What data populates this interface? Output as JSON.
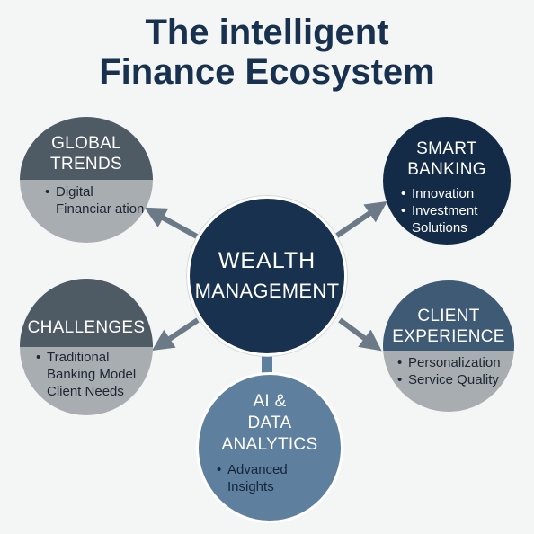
{
  "title": {
    "line1": "The intelligent",
    "line2": "Finance Ecosystem"
  },
  "center": {
    "line1": "WEALTH",
    "line2": "MANAGEMENT"
  },
  "nodes": {
    "global_trends": {
      "line1": "GLOBAL",
      "line2": "TRENDS",
      "bullets": [
        "Digital",
        "Financiar ation"
      ]
    },
    "smart_banking": {
      "line1": "SMART",
      "line2": "BANKING",
      "bullets": [
        "Innovation",
        "Investment",
        "Solutions"
      ]
    },
    "challenges": {
      "line1": "CHALLENGES",
      "bullets": [
        "Traditional",
        "Banking Model",
        "Client Needs"
      ]
    },
    "client_experience": {
      "line1": "CLIENT",
      "line2": "EXPERIENCE",
      "bullets": [
        "Personalization",
        "Service Quality"
      ]
    },
    "ai_data": {
      "line1": "AI &",
      "line2": "DATA",
      "line3": "ANALYTICS",
      "bullets": [
        "Advanced",
        "Insights"
      ]
    }
  },
  "colors": {
    "dark_navy": "#17314f",
    "slate": "#4e5a64",
    "light_gray": "#a8adb2",
    "steel_blue": "#5e7f9d",
    "arrow": "#6c7a88"
  }
}
